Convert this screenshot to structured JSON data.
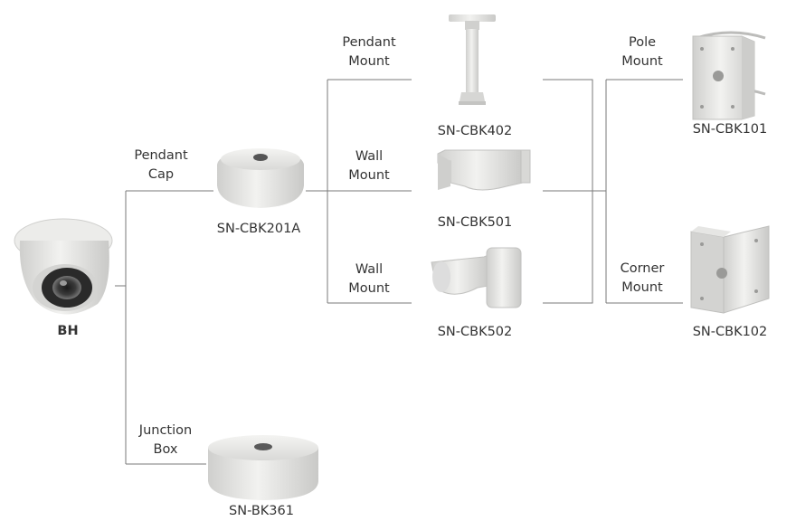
{
  "camera": {
    "label": "BH"
  },
  "pendant_cap": {
    "label_line1": "Pendant",
    "label_line2": "Cap",
    "model": "SN-CBK201A"
  },
  "junction_box": {
    "label_line1": "Junction",
    "label_line2": "Box",
    "model": "SN-BK361"
  },
  "pendant_mount": {
    "label_line1": "Pendant",
    "label_line2": "Mount",
    "model": "SN-CBK402"
  },
  "wall_mount_1": {
    "label_line1": "Wall",
    "label_line2": "Mount",
    "model": "SN-CBK501"
  },
  "wall_mount_2": {
    "label_line1": "Wall",
    "label_line2": "Mount",
    "model": "SN-CBK502"
  },
  "pole_mount": {
    "label_line1": "Pole",
    "label_line2": "Mount",
    "model": "SN-CBK101"
  },
  "corner_mount": {
    "label_line1": "Corner",
    "label_line2": "Mount",
    "model": "SN-CBK102"
  },
  "colors": {
    "line": "#7a7a7a",
    "product": "#e6e6e4",
    "text": "#333333"
  }
}
